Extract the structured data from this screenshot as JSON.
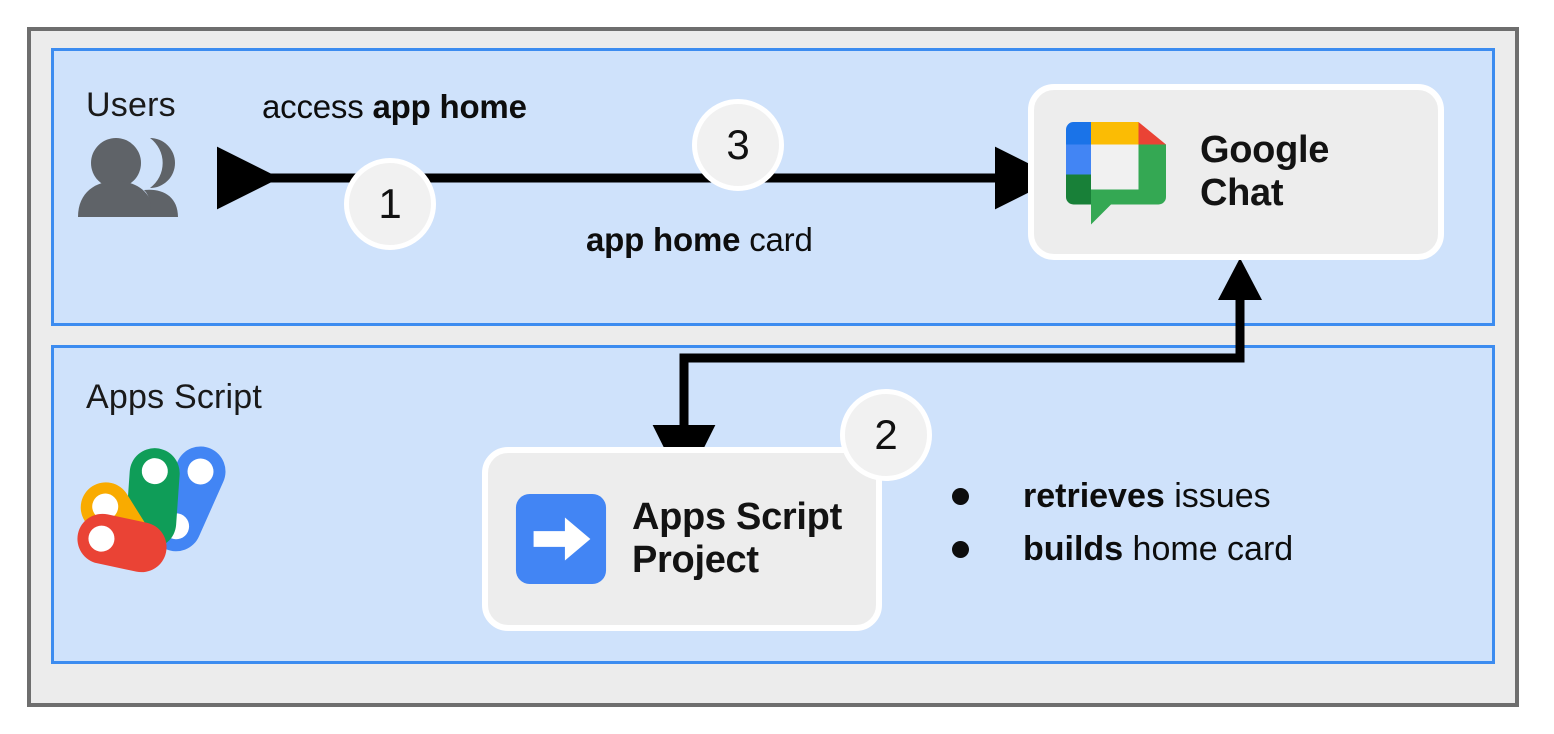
{
  "diagram": {
    "title": "Google Chat app home flow with Apps Script",
    "colors": {
      "frame_border": "#6E6E6E",
      "frame_fill": "#ECECEC",
      "lane_fill": "#CFE2FB",
      "lane_border": "#3C8CF0",
      "card_fill": "#EDEDED",
      "card_ring": "#FFFFFF",
      "badge_fill": "#F1F1F1",
      "arrow": "#000000",
      "users_icon": "#5F6368",
      "google_blue": "#1A73E8",
      "google_blue_light": "#4285F4",
      "google_yellow": "#FBBC04",
      "google_red": "#EA4335",
      "google_green": "#34A853",
      "google_green_dark": "#188038"
    }
  },
  "lanes": [
    {
      "id": "users",
      "label": "Users"
    },
    {
      "id": "apps-script",
      "label": "Apps Script"
    }
  ],
  "cards": [
    {
      "id": "google-chat",
      "icon": "google-chat-logo-icon",
      "line1": "Google",
      "line2": "Chat"
    },
    {
      "id": "apps-script-project",
      "icon": "apps-script-project-arrow-icon",
      "line1": "Apps Script",
      "line2": "Project"
    }
  ],
  "steps": [
    {
      "number": "1"
    },
    {
      "number": "2"
    },
    {
      "number": "3"
    }
  ],
  "edge_labels": {
    "access": {
      "prefix": "access ",
      "emphasis": "app home",
      "suffix": ""
    },
    "card": {
      "prefix": "",
      "emphasis": "app home",
      "suffix": " card"
    }
  },
  "bullets": [
    {
      "emphasis": "retrieves",
      "rest": " issues"
    },
    {
      "emphasis": "builds",
      "rest": " home card"
    }
  ]
}
